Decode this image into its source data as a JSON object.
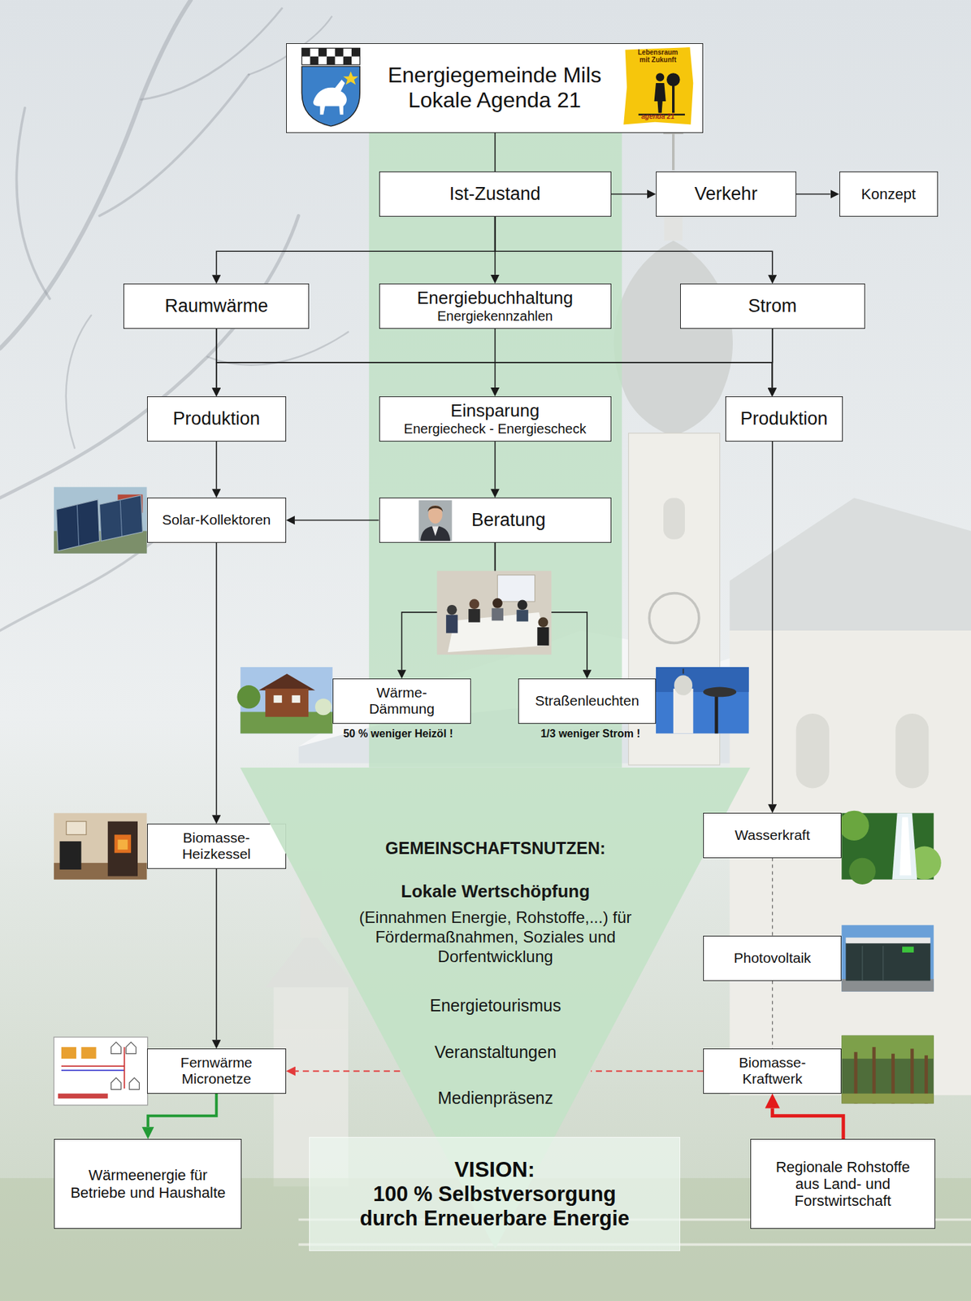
{
  "diagram": {
    "nodes": [
      {
        "text": [
          "Energiegemeinde Mils Lokale Agenda 21"
        ]
      },
      {
        "text": [
          "Ist-Zustand"
        ]
      },
      {
        "text": [
          "Verkehr"
        ]
      },
      {
        "text": [
          "Konzept"
        ]
      },
      {
        "text": [
          "Raumwärme"
        ]
      },
      {
        "text": [
          "Energiebuchhaltung",
          "Energiekennzahlen"
        ]
      },
      {
        "text": [
          "Strom"
        ]
      },
      {
        "text": [
          "Produktion"
        ]
      },
      {
        "text": [
          "Einsparung",
          "Energiecheck - Energiescheck"
        ]
      },
      {
        "text": [
          "Produktion"
        ]
      },
      {
        "text": [
          "Solar-Kollektoren"
        ]
      },
      {
        "text": [
          "Beratung"
        ]
      },
      {
        "text": [
          "Wärme- Dämmung"
        ]
      },
      {
        "text": [
          "Straßenleuchten"
        ]
      },
      {
        "text": [
          "Biomasse- Heizkessel"
        ]
      },
      {
        "text": [
          "GEMEINSCHAFTSNUTZEN:",
          "Lokale Wertschöpfung",
          "(Einnahmen Energie, Rohstoffe,...) für Fördermaßnahmen, Soziales und Dorfentwicklung",
          "Energietourismus",
          "Veranstaltungen",
          "Medienpräsenz"
        ]
      },
      {
        "text": [
          "Wasserkraft"
        ]
      },
      {
        "text": [
          "Photovoltaik"
        ]
      },
      {
        "text": [
          "Fernwärme Micronetze"
        ]
      },
      {
        "text": [
          "Biomasse- Kraftwerk"
        ]
      },
      {
        "text": [
          "Wärmeenergie für Betriebe und Haushalte"
        ]
      },
      {
        "text": [
          "VISION:",
          "100 % Selbstversorgung durch Erneuerbare Energie"
        ]
      },
      {
        "text": [
          "Regionale Rohstoffe aus Land- und Forstwirtschaft"
        ]
      }
    ],
    "edges": [
      {
        "from": 0,
        "to": 1,
        "arrow": "none"
      },
      {
        "from": 1,
        "to": 2,
        "arrow": "to"
      },
      {
        "from": 2,
        "to": 3,
        "arrow": "to"
      },
      {
        "from": 1,
        "to": 4,
        "arrow": "to"
      },
      {
        "from": 1,
        "to": 5,
        "arrow": "to"
      },
      {
        "from": 1,
        "to": 6,
        "arrow": "to"
      },
      {
        "from": 4,
        "to": 7,
        "arrow": "to"
      },
      {
        "from": 4,
        "to": 9,
        "arrow": "to"
      },
      {
        "from": 6,
        "to": 7,
        "arrow": "to"
      },
      {
        "from": 6,
        "to": 9,
        "arrow": "to"
      },
      {
        "from": 5,
        "to": 8,
        "arrow": "to"
      },
      {
        "from": 7,
        "to": 10,
        "arrow": "to"
      },
      {
        "from": 8,
        "to": 11,
        "arrow": "to"
      },
      {
        "from": 11,
        "to": 10,
        "arrow": "to"
      },
      {
        "from": 11,
        "to": 12,
        "arrow": "to"
      },
      {
        "from": 11,
        "to": 13,
        "arrow": "to"
      },
      {
        "from": 10,
        "to": 14,
        "arrow": "to"
      },
      {
        "from": 14,
        "to": 18,
        "arrow": "to"
      },
      {
        "from": 18,
        "to": 20,
        "arrow": "to"
      },
      {
        "from": 9,
        "to": 16,
        "arrow": "to"
      },
      {
        "from": 16,
        "to": 17,
        "arrow": "none"
      },
      {
        "from": 17,
        "to": 19,
        "arrow": "none"
      },
      {
        "from": 22,
        "to": 19,
        "arrow": "to"
      },
      {
        "from": 15,
        "to": 18,
        "arrow": "to"
      },
      {
        "from": 19,
        "to": 15,
        "arrow": "none"
      }
    ],
    "labels": [
      "Lebensraum mit Zukunft",
      "agenda 21",
      "50 % weniger Heizöl !",
      "1/3 weniger Strom !"
    ]
  }
}
